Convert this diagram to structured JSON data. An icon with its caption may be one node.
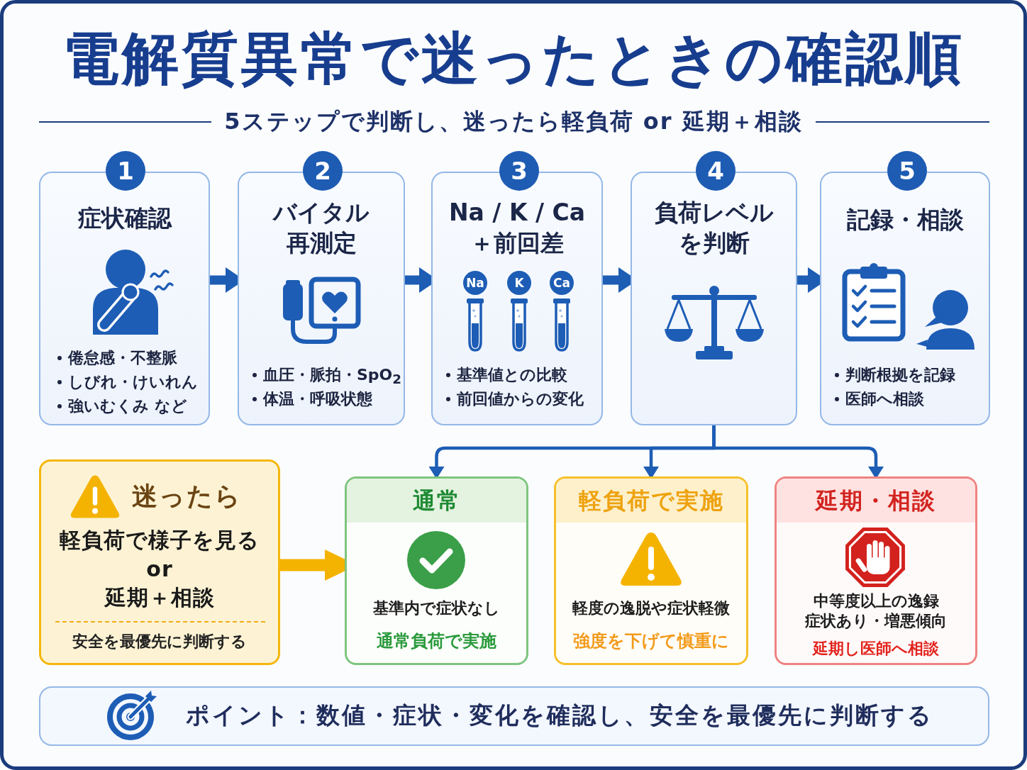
{
  "diagram": {
    "title": "電解質異常で迷ったときの確認順",
    "nodes": [
      {
        "text": [
          "1",
          "症状確認",
          "倦怠感・不整脈",
          "しびれ・けいれん",
          "強いむくみ など"
        ]
      },
      {
        "text": [
          "2",
          "バイタル再測定",
          "血圧・脈拍・SpO$_{2}$",
          "体温・呼吸状態"
        ]
      },
      {
        "text": [
          "3",
          "Na / K / Ca ＋前回差",
          "Na",
          "K",
          "Ca",
          "基準値との比較",
          "前回値からの変化"
        ]
      },
      {
        "text": [
          "4",
          "負荷レベルを判断"
        ]
      },
      {
        "text": [
          "5",
          "記録・相談",
          "判断根拠を記録",
          "医師へ相談"
        ]
      },
      {
        "text": [
          "迷ったら",
          "軽負荷で様子を見る or 延期＋相談",
          "安全を最優先に判断する"
        ]
      },
      {
        "text": [
          "通常",
          "基準内で症状なし",
          "通常負荷で実施"
        ]
      },
      {
        "text": [
          "軽負荷で実施",
          "軽度の逸脱や症状軽微",
          "強度を下げて慎重に"
        ]
      },
      {
        "text": [
          "延期・相談",
          "中等度以上の逸録症状あり・増悪傾向",
          "延期し医師へ相談"
        ]
      },
      {
        "text": [
          "ポイント：数値・症状・変化を確認し、安全を最優先に判断する"
        ]
      }
    ],
    "edges": [
      {
        "from": 0,
        "to": 1,
        "arrow": "to"
      },
      {
        "from": 1,
        "to": 2,
        "arrow": "to"
      },
      {
        "from": 2,
        "to": 3,
        "arrow": "to"
      },
      {
        "from": 3,
        "to": 4,
        "arrow": "to"
      },
      {
        "from": 3,
        "to": 6,
        "arrow": "to"
      },
      {
        "from": 3,
        "to": 7,
        "arrow": "to"
      },
      {
        "from": 3,
        "to": 8,
        "arrow": "to"
      },
      {
        "from": 5,
        "to": 6,
        "arrow": "to",
        "color": "#f5b301"
      }
    ],
    "labels": [
      "5ステップで判断し、迷ったら軽負荷 or 延期＋相談"
    ]
  }
}
